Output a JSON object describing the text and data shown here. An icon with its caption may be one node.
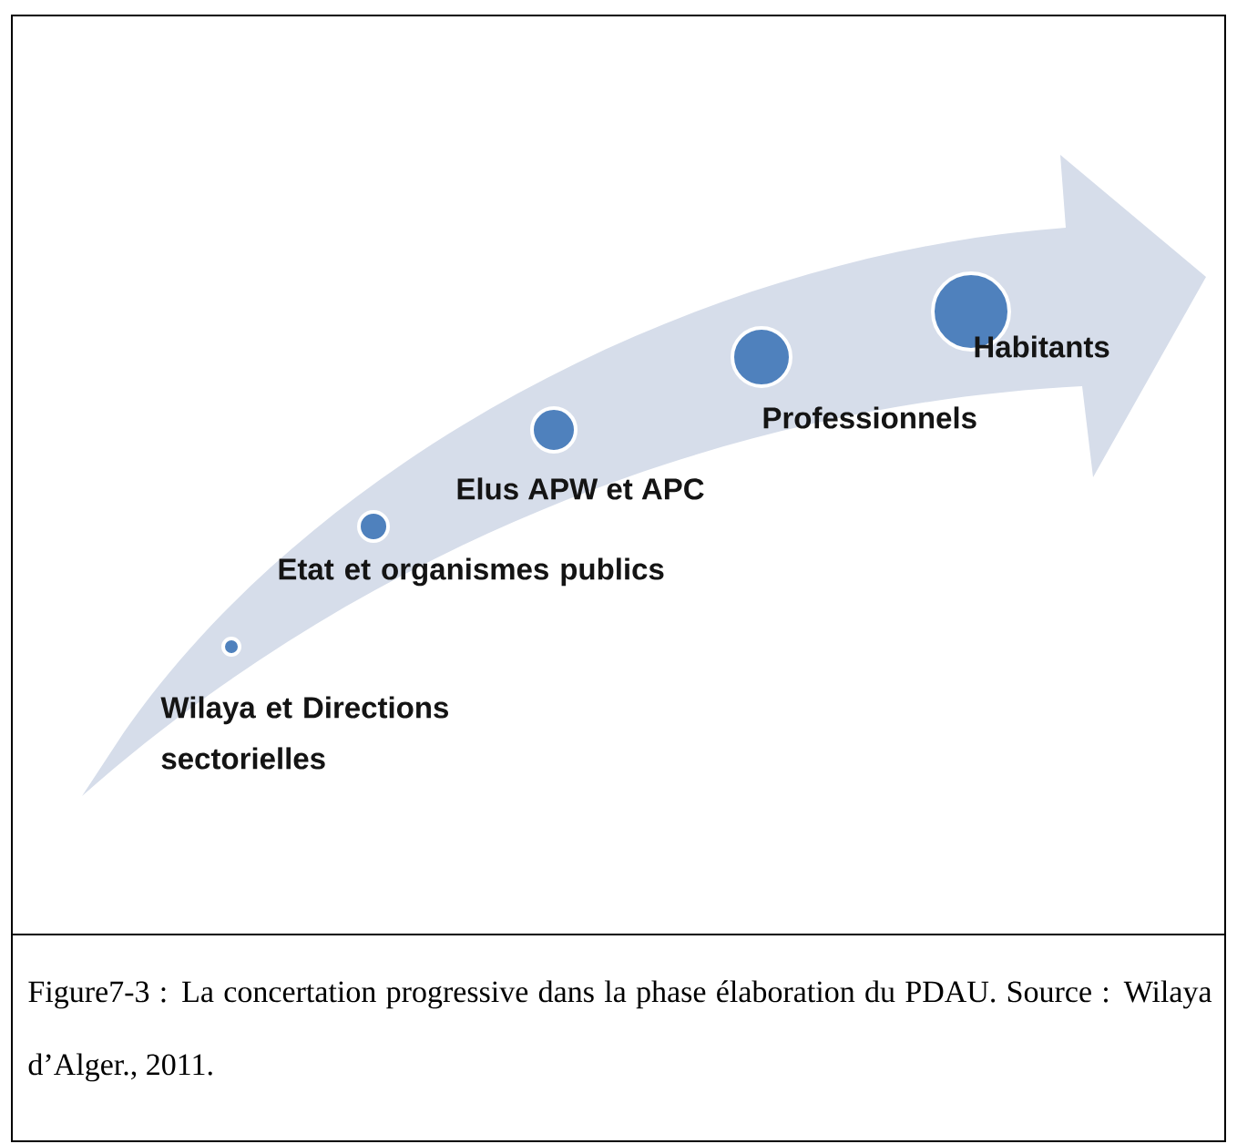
{
  "diagram": {
    "caption": "Figure7-3 : La concertation progressive dans la phase élaboration du PDAU. Source : Wilaya d’Alger., 2011.",
    "nodes": [
      {
        "text": [],
        "shape": "circle",
        "beside": [
          "Wilaya et Directions sectorielles"
        ]
      },
      {
        "text": [],
        "shape": "circle",
        "beside": [
          "Etat et organismes publics"
        ]
      },
      {
        "text": [],
        "shape": "circle",
        "beside": [
          "Elus  APW et APC"
        ]
      },
      {
        "text": [],
        "shape": "circle",
        "beside": [
          "Professionnels"
        ]
      },
      {
        "text": [],
        "shape": "circle",
        "beside": [
          "Habitants"
        ]
      }
    ]
  }
}
